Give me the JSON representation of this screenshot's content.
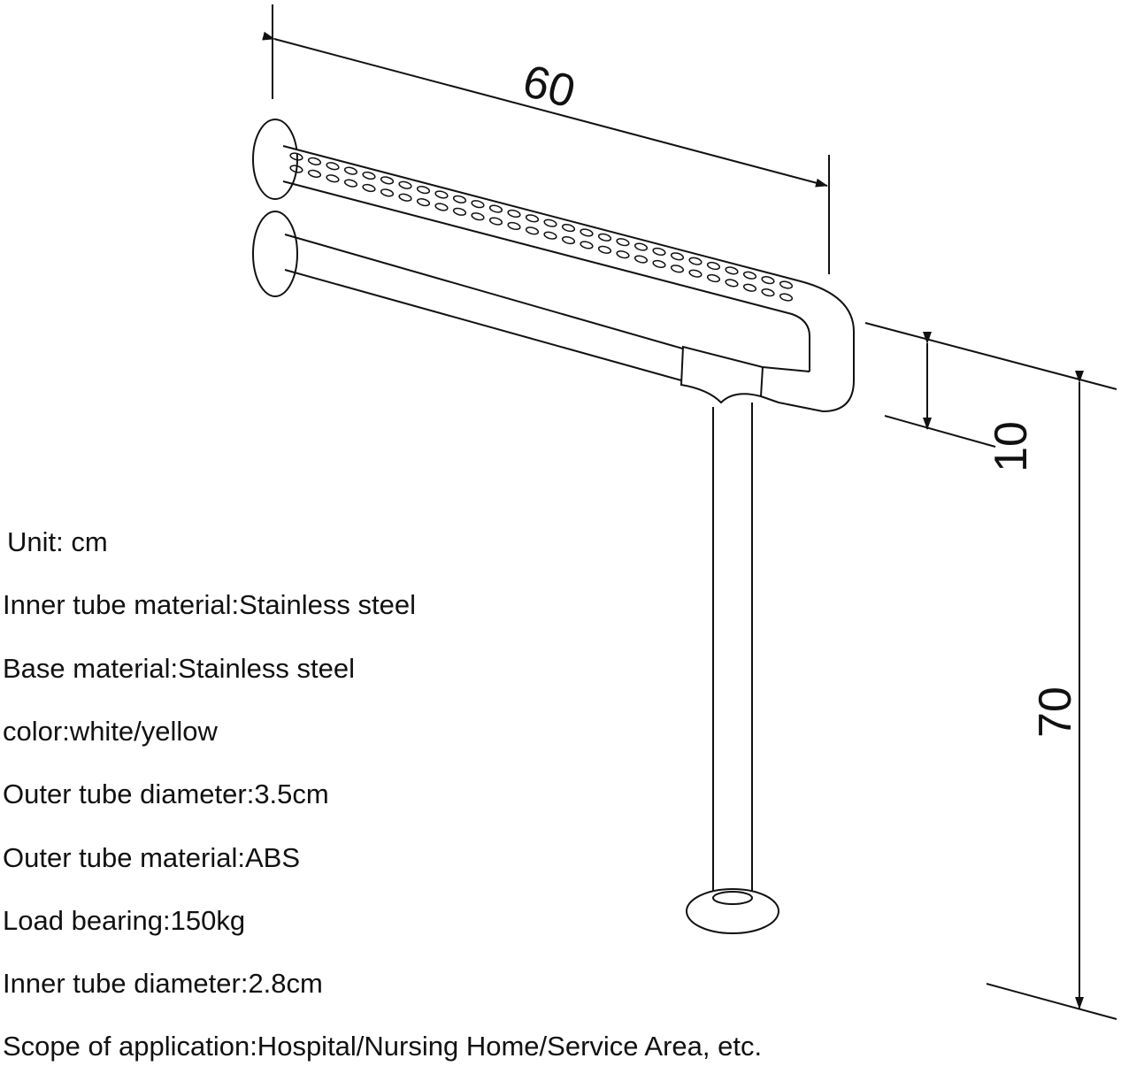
{
  "dimensions": {
    "length": "60",
    "height_offset": "10",
    "height": "70"
  },
  "specs": [
    "Unit: cm",
    "Inner tube material:Stainless steel",
    "Base material:Stainless steel",
    "color:white/yellow",
    "Outer tube diameter:3.5cm",
    "Outer tube material:ABS",
    "Load bearing:150kg",
    "Inner tube diameter:2.8cm",
    "Scope of application:Hospital/Nursing Home/Service Area, etc."
  ]
}
